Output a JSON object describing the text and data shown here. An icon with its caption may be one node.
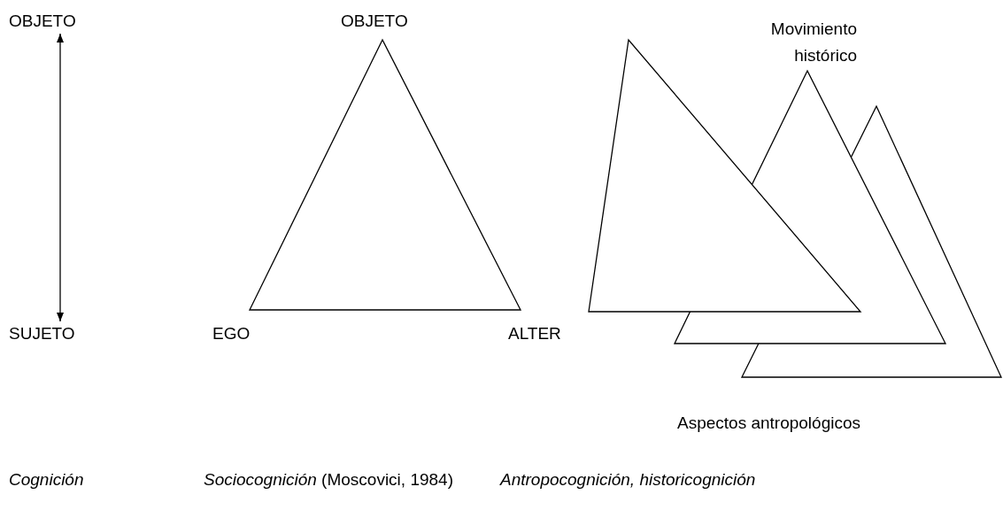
{
  "diagram": {
    "nodes": [
      {
        "text": [
          "OBJETO"
        ]
      },
      {
        "text": [
          "SUJETO"
        ]
      },
      {
        "text": [],
        "shape": "triangle"
      },
      {
        "text": [],
        "shape": "triangle"
      },
      {
        "text": [],
        "shape": "triangle"
      },
      {
        "text": [],
        "shape": "triangle"
      }
    ],
    "edges": [
      {
        "from": 0,
        "to": 1,
        "arrow": "both"
      }
    ],
    "labels": [
      "OBJETO",
      "Movimiento histórico",
      "EGO",
      "ALTER",
      "Aspectos antropológicos",
      "Cognición",
      "*Sociocognición* (Moscovici, 1984)",
      "Antropocognición, historicognición"
    ]
  }
}
